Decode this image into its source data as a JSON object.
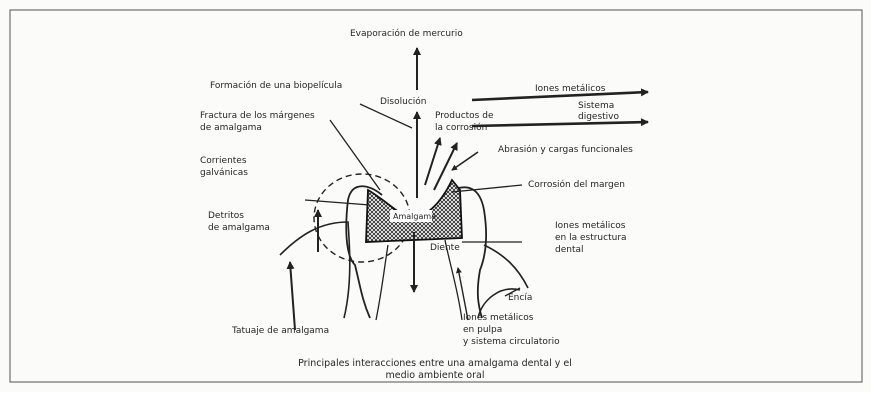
{
  "labels": {
    "evaporation": "Evaporación de mercurio",
    "biofilm": "Formación de una biopelícula",
    "dissolution": "Disolución",
    "metal_ions": "Iones metálicos",
    "digestive_1": "Sistema",
    "digestive_2": "digestivo",
    "fracture_1": "Fractura de los márgenes",
    "fracture_2": "de amalgama",
    "corrosion_products_1": "Productos de",
    "corrosion_products_2": "la corrosión",
    "abrasion": "Abrasión y cargas funcionales",
    "galvanic_1": "Corrientes",
    "galvanic_2": "galvánicas",
    "margin_corrosion": "Corrosión del margen",
    "amalgam": "Amalgama",
    "debris_1": "Detritos",
    "debris_2": "de amalgama",
    "tooth_ions_1": "Iones metálicos",
    "tooth_ions_2": "en la estructura",
    "tooth_ions_3": "dental",
    "tooth": "Diente",
    "gum": "Encía",
    "tattoo": "Tatuaje de amalgama",
    "pulp_ions_1": "Iones metálicos",
    "pulp_ions_2": "en pulpa",
    "pulp_ions_3": "y sistema circulatorio"
  },
  "caption": {
    "line1": "Principales interacciones entre una amalgama dental y el",
    "line2": "medio ambiente oral"
  }
}
